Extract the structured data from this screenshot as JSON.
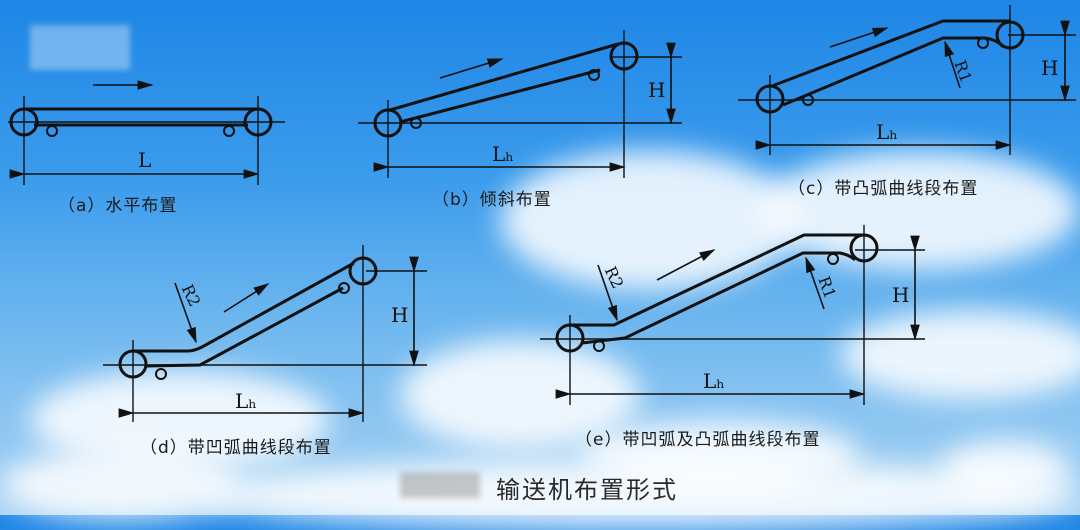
{
  "title": "输送机布置形式",
  "colors": {
    "sky_top": "#1e86e6",
    "sky_bottom": "#a9d3f3",
    "line": "#111111",
    "cloud": "#ffffff"
  },
  "diagrams": [
    {
      "id": "a",
      "caption": "（a）水平布置",
      "length_label": "L",
      "height_label": null,
      "radius_labels": []
    },
    {
      "id": "b",
      "caption": "（b）倾斜布置",
      "length_label": "Lₕ",
      "height_label": "H",
      "radius_labels": []
    },
    {
      "id": "c",
      "caption": "（c）带凸弧曲线段布置",
      "length_label": "Lₕ",
      "height_label": "H",
      "radius_labels": [
        "R1"
      ]
    },
    {
      "id": "d",
      "caption": "（d）带凹弧曲线段布置",
      "length_label": "Lₕ",
      "height_label": "H",
      "radius_labels": [
        "R2"
      ]
    },
    {
      "id": "e",
      "caption": "（e）带凹弧及凸弧曲线段布置",
      "length_label": "Lₕ",
      "height_label": "H",
      "radius_labels": [
        "R2",
        "R1"
      ]
    }
  ],
  "icons": {
    "direction_arrow": "arrow-right-icon",
    "pulley": "pulley-circle-icon",
    "idler": "idler-roller-icon"
  }
}
